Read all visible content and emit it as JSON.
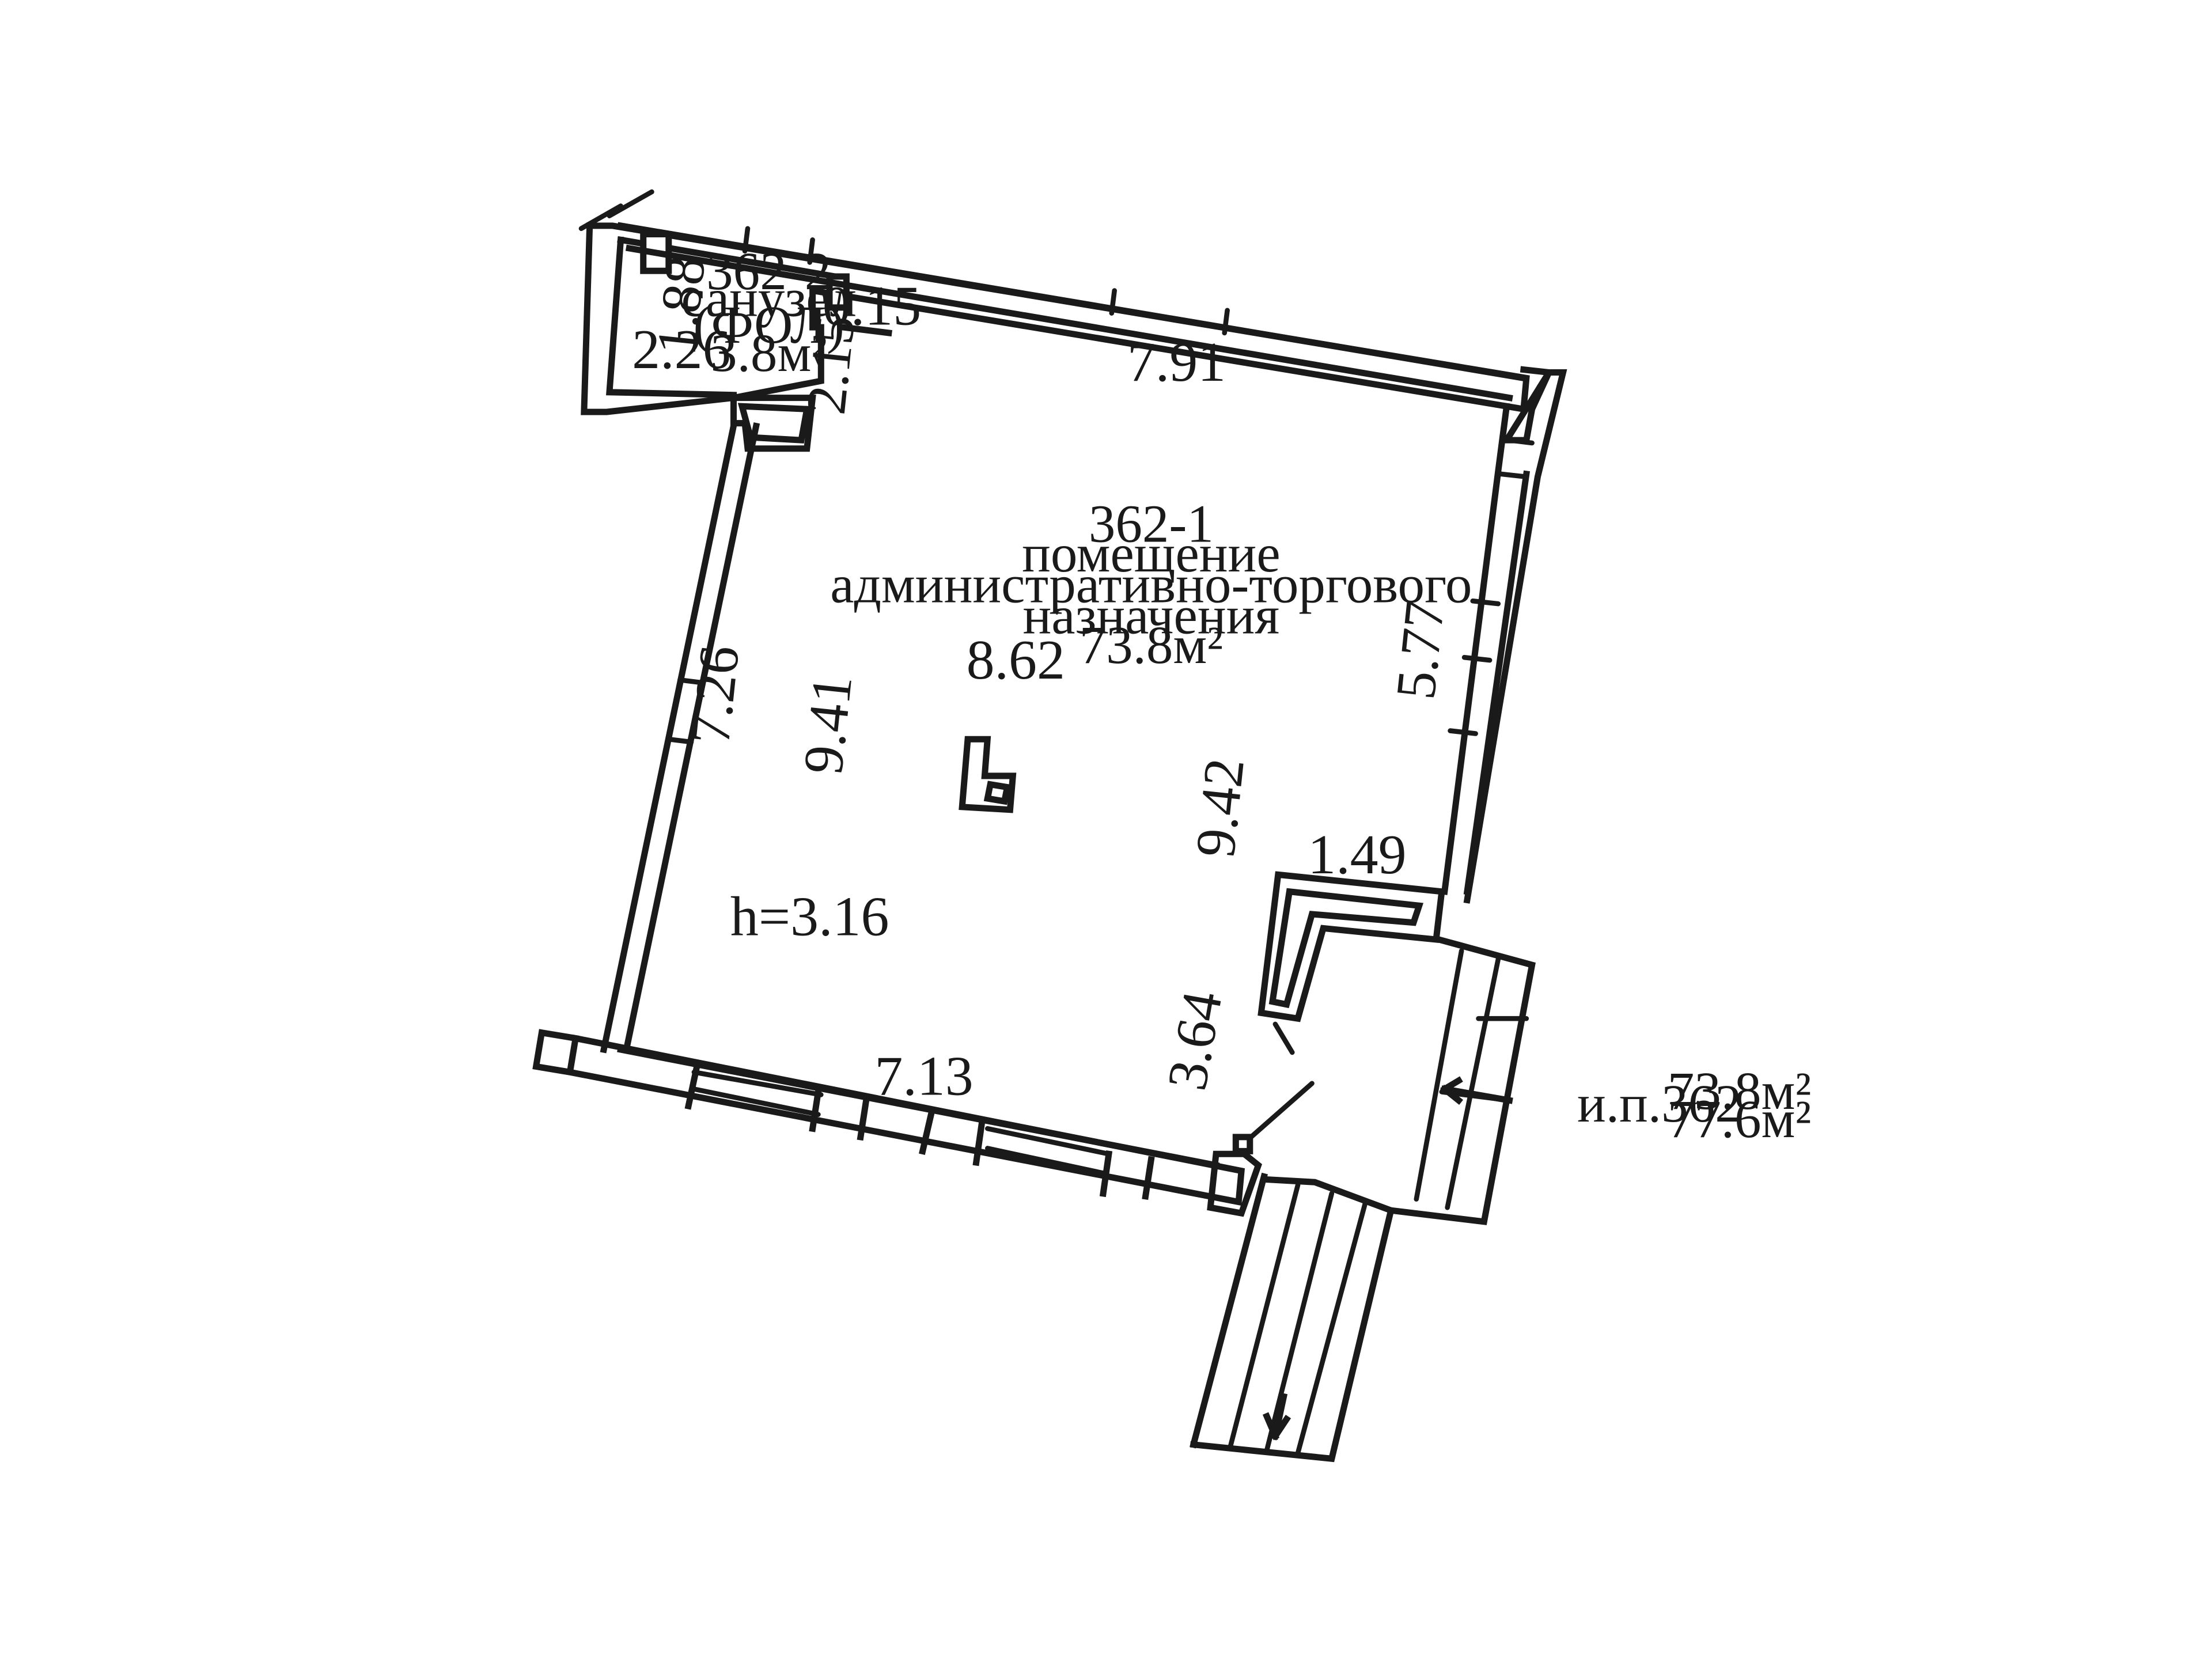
{
  "rooms": {
    "bathroom": {
      "number": "362-2",
      "name": "санузел",
      "note": "(ФОЛ)",
      "area": "3.8м²"
    },
    "main": {
      "number": "362-1",
      "name_line1": "помещение",
      "name_line2": "административно-торгового",
      "name_line3": "назначения",
      "area": "73.8м²"
    }
  },
  "dimensions": {
    "bath_height": "1.88",
    "bath_width": "2.26",
    "bath_side": "2.15",
    "small_offset": "0.15",
    "top_wall": "7.91",
    "right_upper": "5.77",
    "left_wall": "7.26",
    "inner_left": "9.41",
    "inner_top": "8.62",
    "inner_right": "9.42",
    "ceiling_height": "h=3.16",
    "notch_width": "1.49",
    "entrance_depth": "3.64",
    "bottom_wall": "7.13"
  },
  "legend": {
    "label": "и.п.362",
    "area_main": "73.8м²",
    "area_total": "77.6м²"
  }
}
